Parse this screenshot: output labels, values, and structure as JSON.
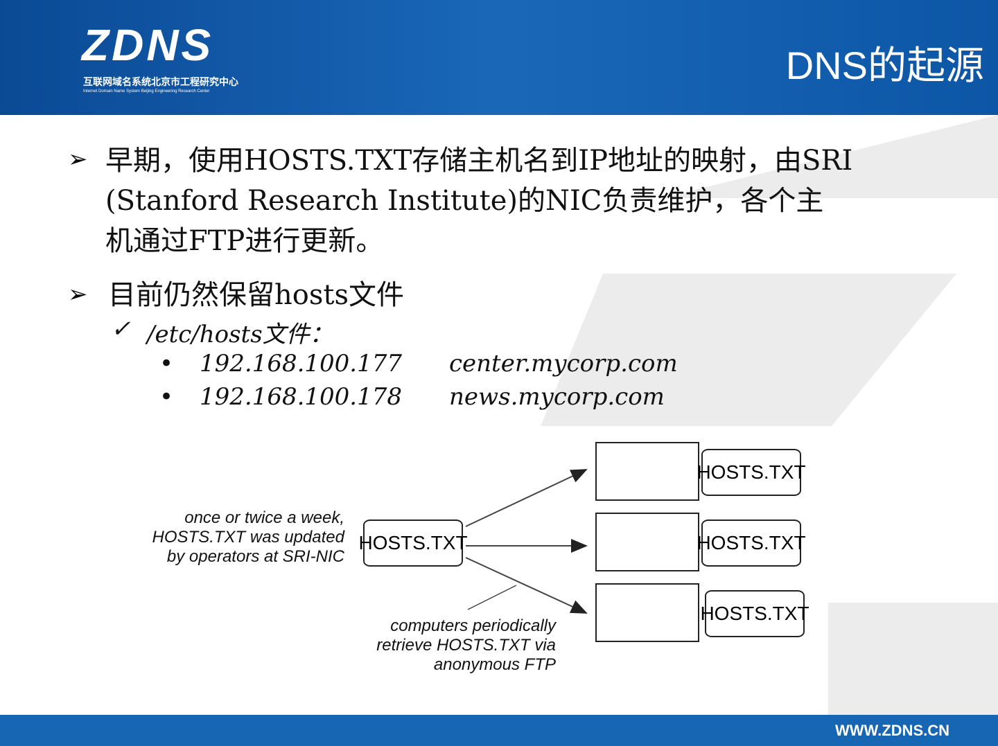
{
  "header": {
    "logo": "ZDNS",
    "logo_cn": "互联网域名系统北京市工程研究中心",
    "logo_en": "Internet Domain Name System Beijing Engineering Research Center",
    "title": "DNS的起源"
  },
  "bullets": [
    {
      "lines": [
        "早期，使用HOSTS.TXT存储主机名到IP地址的映射，由SRI",
        "(Stanford Research Institute)的NIC负责维护，各个主",
        "机通过FTP进行更新。"
      ]
    },
    {
      "text": "目前仍然保留hosts文件",
      "sub": "/etc/hosts文件：",
      "entries": [
        {
          "ip": "192.168.100.177",
          "host": "center.mycorp.com"
        },
        {
          "ip": "192.168.100.178",
          "host": "news.mycorp.com"
        }
      ]
    }
  ],
  "diagram": {
    "left_caption": [
      "once or twice a week,",
      "HOSTS.TXT was updated",
      "by operators at SRI-NIC"
    ],
    "bottom_caption": [
      "computers periodically",
      "retrieve HOSTS.TXT via",
      "anonymous FTP"
    ],
    "file_label": "HOSTS.TXT"
  },
  "footer": {
    "url": "WWW.ZDNS.CN"
  }
}
